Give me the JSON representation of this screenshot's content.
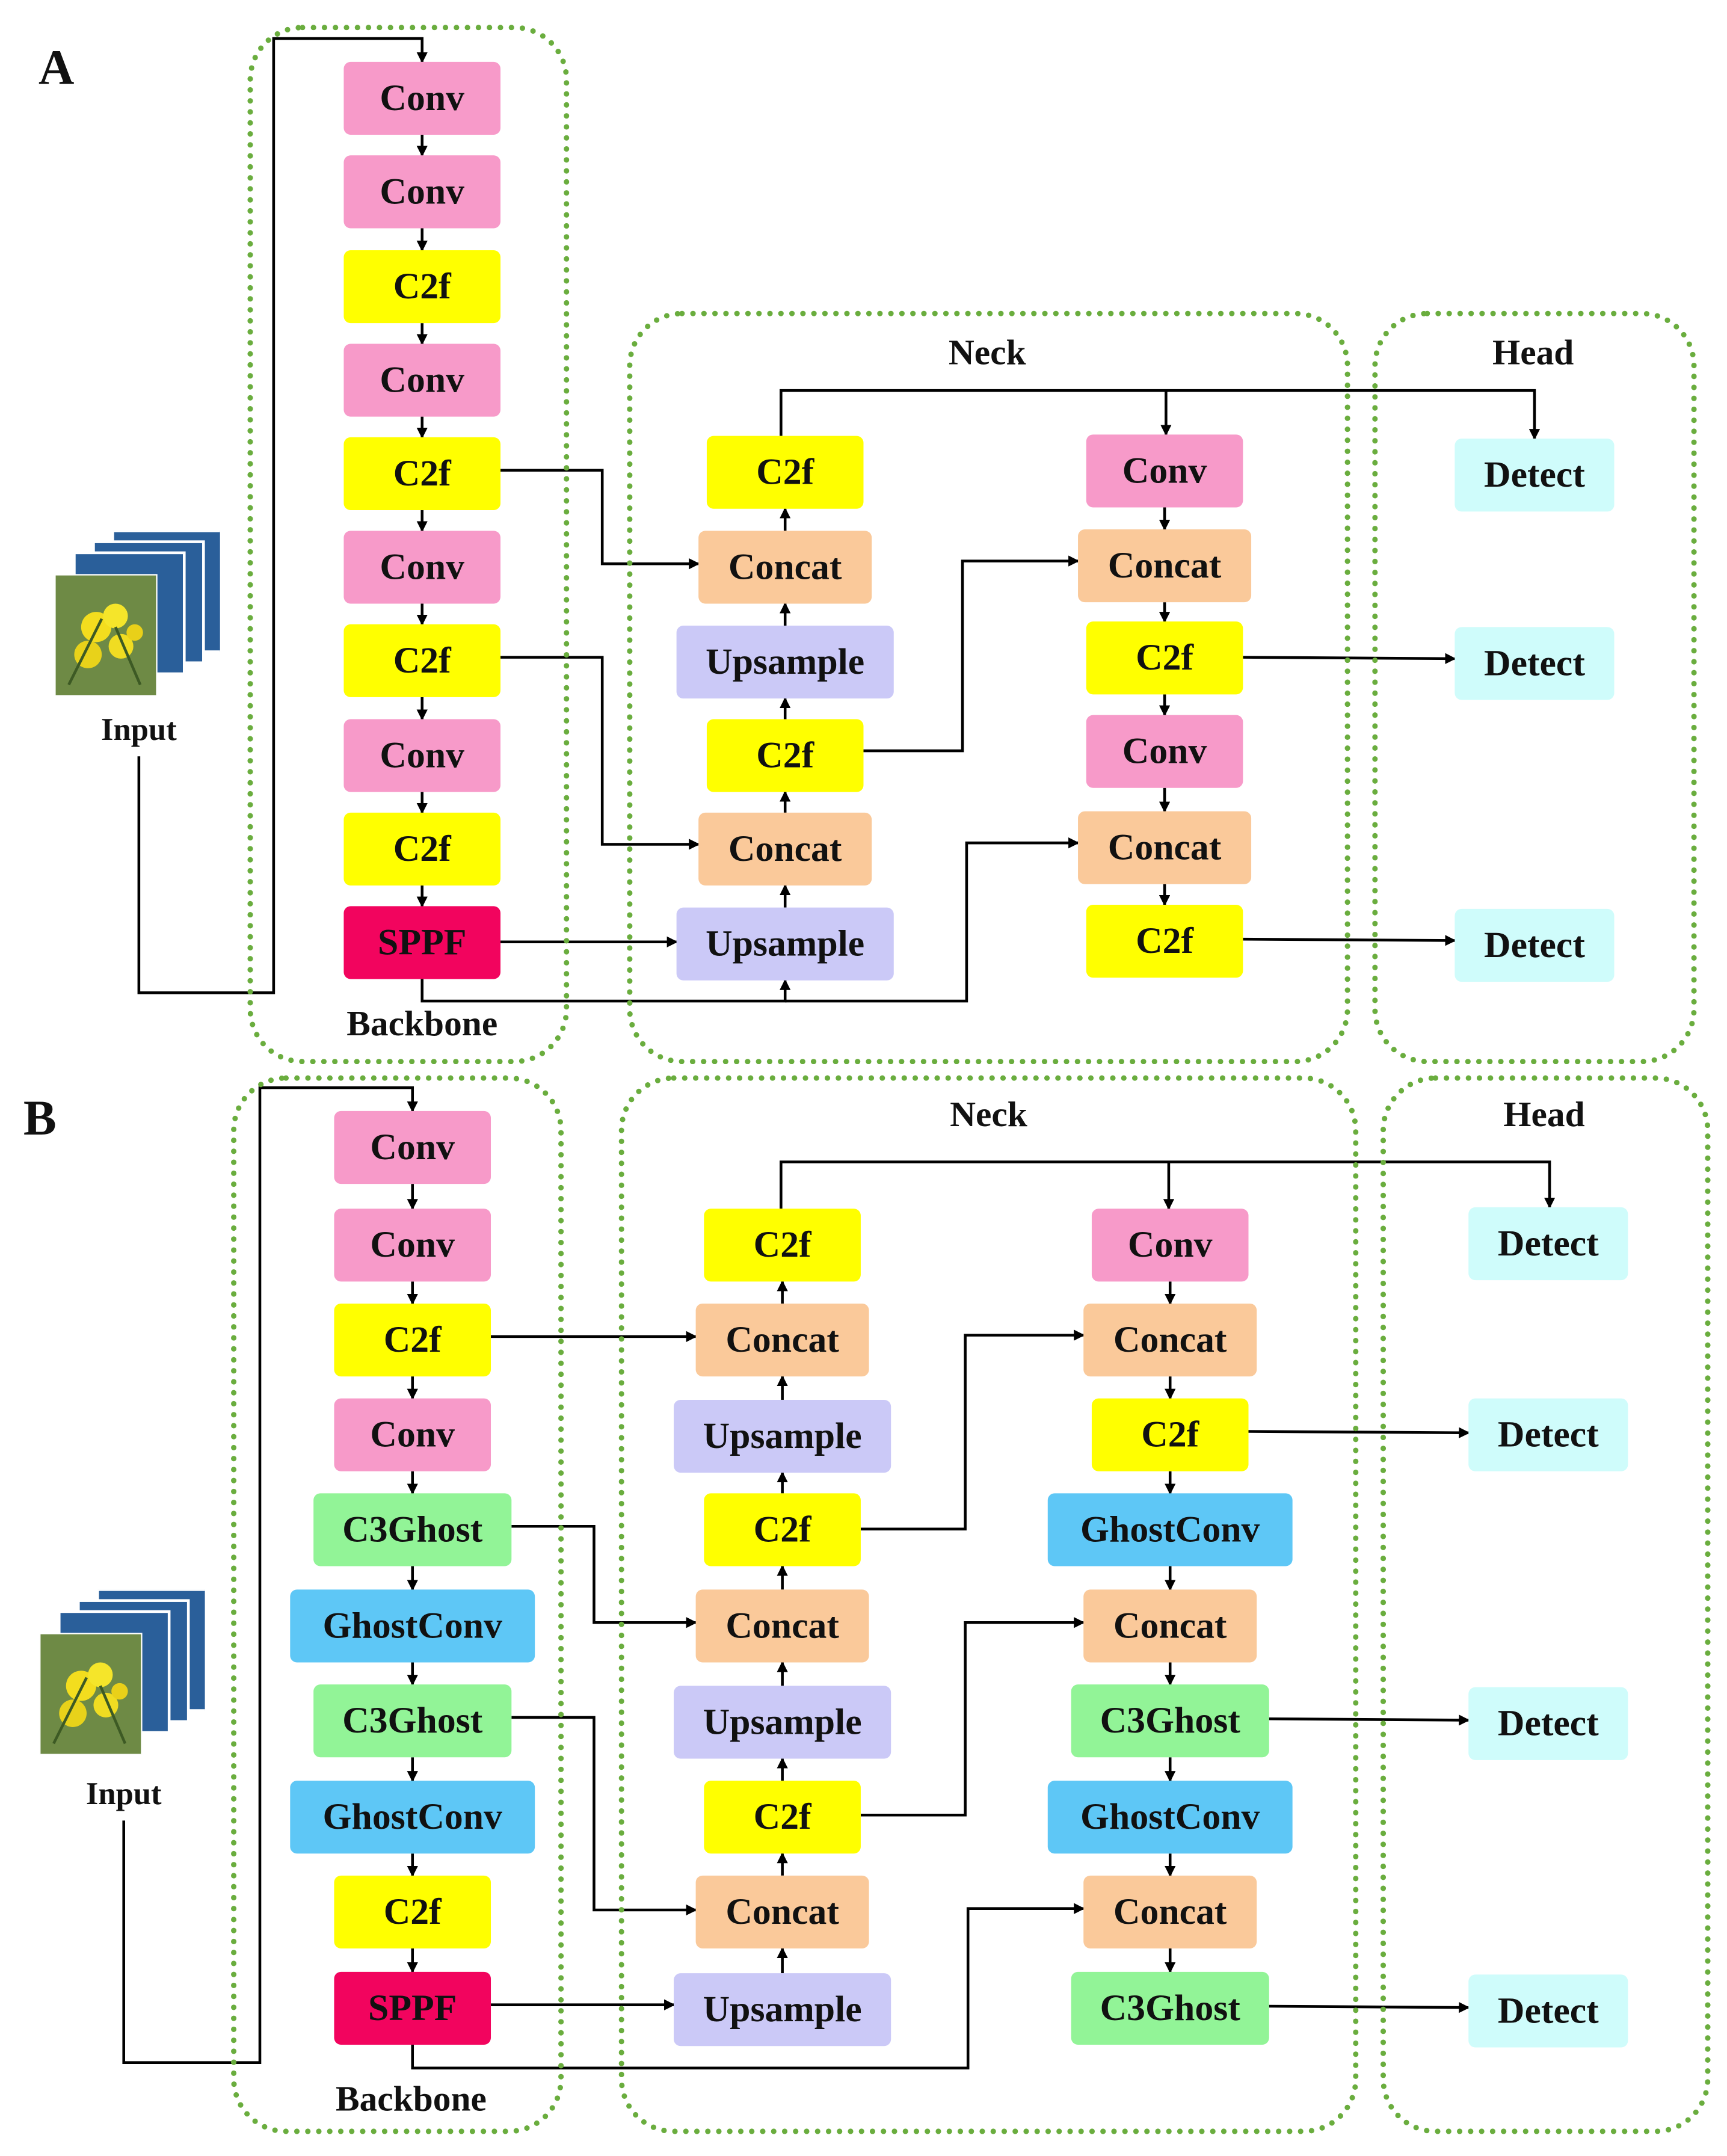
{
  "colors": {
    "conv": "#f79ac9",
    "c2f": "#ffff00",
    "sppf": "#f2045e",
    "concat": "#fac99a",
    "upsample": "#cbc9f7",
    "detect": "#cffcfb",
    "c3ghost": "#92f497",
    "ghostconv": "#5ec7f6",
    "group_border": "#6aad3e",
    "stack": "#2a5f9a",
    "wire": "#000000"
  },
  "panels": [
    {
      "label": "A",
      "group_labels": {
        "backbone": "Backbone",
        "neck": "Neck",
        "head": "Head"
      },
      "input_label": "Input",
      "backbone": [
        "Conv",
        "Conv",
        "C2f",
        "Conv",
        "C2f",
        "Conv",
        "C2f",
        "Conv",
        "C2f",
        "SPPF"
      ],
      "neck_col1": [
        "C2f",
        "Concat",
        "Upsample",
        "C2f",
        "Concat",
        "Upsample"
      ],
      "neck_col2": [
        "Conv",
        "Concat",
        "C2f",
        "Conv",
        "Concat",
        "C2f"
      ],
      "head": [
        "Detect",
        "Detect",
        "Detect"
      ]
    },
    {
      "label": "B",
      "group_labels": {
        "backbone": "Backbone",
        "neck": "Neck",
        "head": "Head"
      },
      "input_label": "Input",
      "backbone": [
        "Conv",
        "Conv",
        "C2f",
        "Conv",
        "C3Ghost",
        "GhostConv",
        "C3Ghost",
        "GhostConv",
        "C2f",
        "SPPF"
      ],
      "neck_col1": [
        "C2f",
        "Concat",
        "Upsample",
        "C2f",
        "Concat",
        "Upsample",
        "C2f",
        "Concat",
        "Upsample"
      ],
      "neck_col2": [
        "Conv",
        "Concat",
        "C2f",
        "GhostConv",
        "Concat",
        "C3Ghost",
        "GhostConv",
        "Concat",
        "C3Ghost"
      ],
      "head": [
        "Detect",
        "Detect",
        "Detect",
        "Detect"
      ]
    }
  ]
}
